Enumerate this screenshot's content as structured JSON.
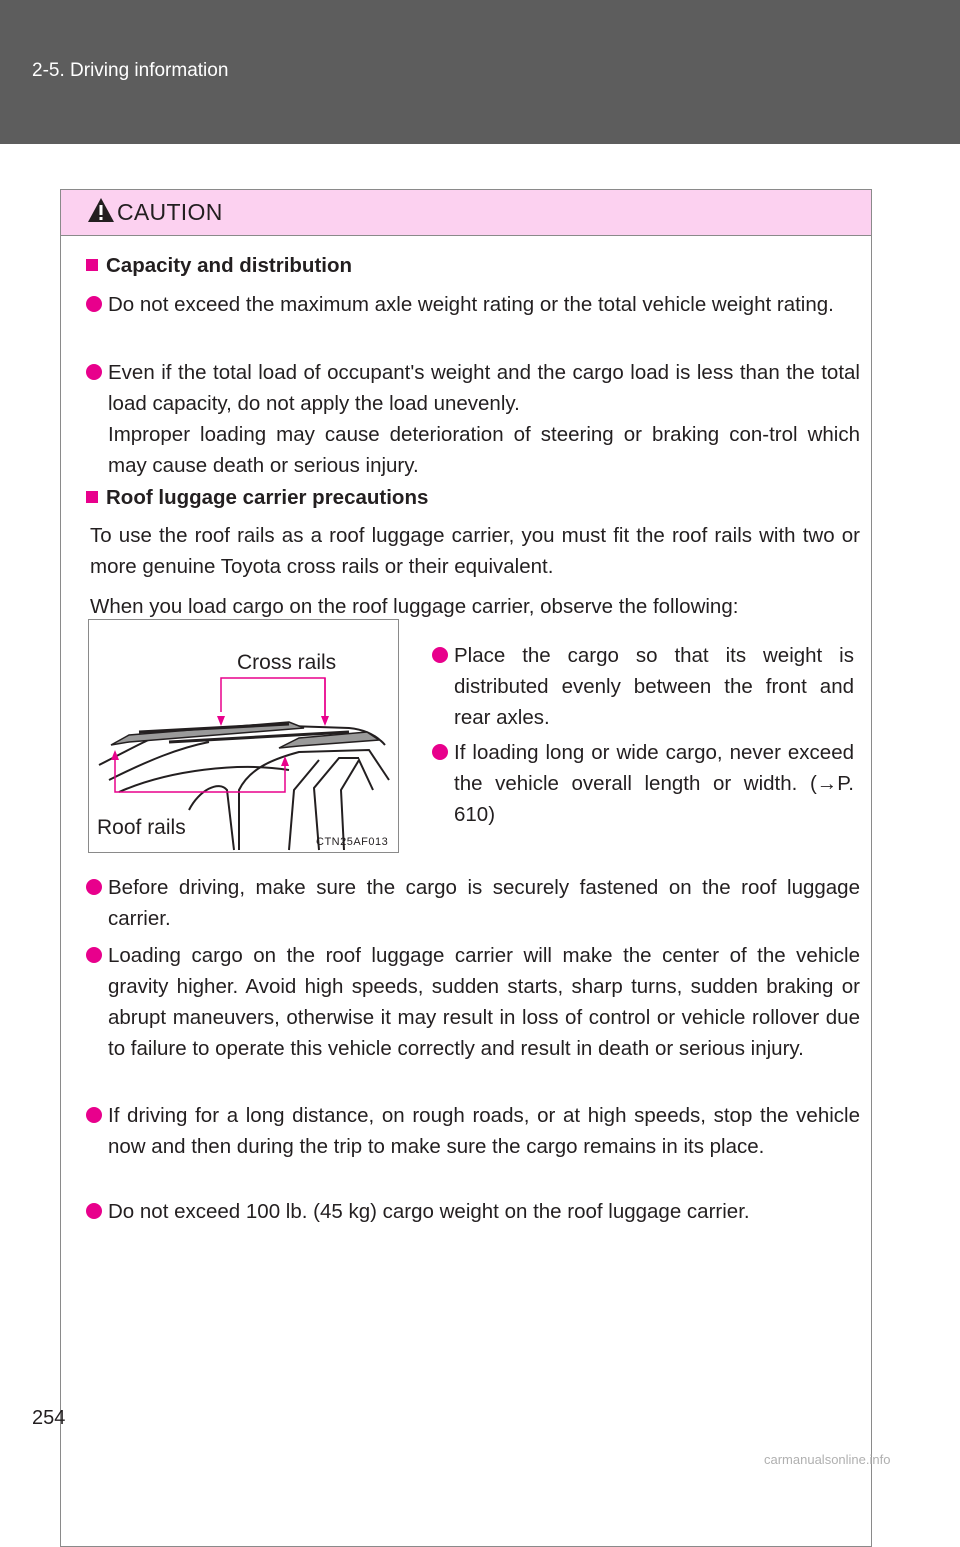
{
  "header": {
    "section": "2-5. Driving information"
  },
  "caution": {
    "title": "CAUTION",
    "section1": {
      "heading": "Capacity and distribution",
      "bullets": [
        "Do not exceed the maximum axle weight rating or the total vehicle weight rating.",
        "Even if the total load of occupant's weight and the cargo load is less than the total load capacity, do not apply the load unevenly.",
        "Improper loading may cause deterioration of steering or braking con-trol which may cause death or serious injury."
      ]
    },
    "section2": {
      "heading": "Roof luggage carrier precautions",
      "para1": "To use the roof rails as a roof luggage carrier, you must fit the roof rails with two or more genuine Toyota cross rails or their equivalent.",
      "para2": "When you load cargo on the roof luggage carrier, observe the following:",
      "side_bullets": [
        "Place the cargo so that its weight is distributed evenly between the front and rear axles.",
        "If loading long or wide cargo, never exceed the vehicle overall length or width. (→P. 610)"
      ],
      "bullets": [
        "Before driving, make sure the cargo is securely fastened on the roof luggage carrier.",
        "Loading cargo on the roof luggage carrier will make the center of the vehicle gravity higher. Avoid high speeds, sudden starts, sharp turns, sudden braking or abrupt maneuvers, otherwise it may result in loss of control or vehicle rollover due to failure to operate this vehicle correctly and result in death or serious injury.",
        "If driving for a long distance, on rough roads, or at high speeds, stop the vehicle now and then during the trip to make sure the cargo remains in its place.",
        "Do not exceed 100 lb. (45 kg) cargo weight on the roof luggage carrier."
      ]
    },
    "figure": {
      "label_cross_rails": "Cross rails",
      "label_roof_rails": "Roof rails",
      "code": "CTN25AF013"
    }
  },
  "footer": {
    "page_number": "254",
    "watermark": "carmanualsonline.info"
  },
  "colors": {
    "header_bg": "#5d5d5d",
    "caution_bg": "#fcd1f0",
    "accent": "#e8008c"
  }
}
